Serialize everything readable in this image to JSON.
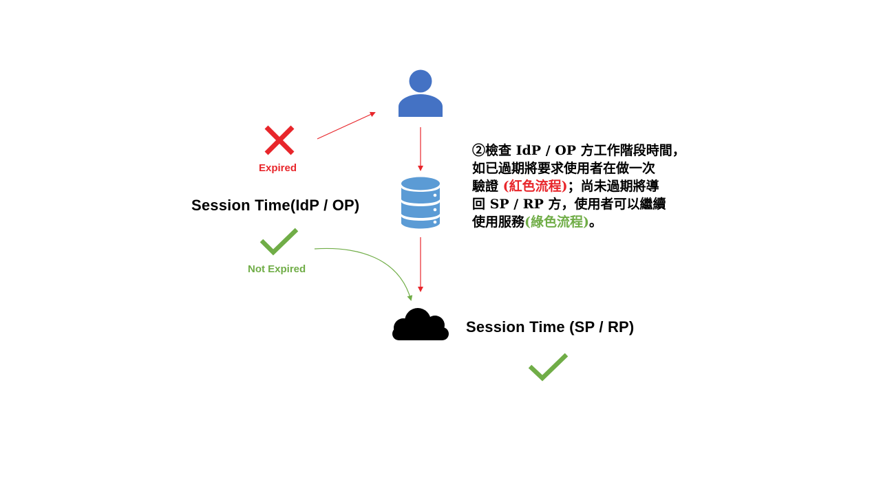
{
  "colors": {
    "accent_blue": "#4472c4",
    "server_blue": "#5b9bd5",
    "red": "#e8262b",
    "green": "#70ad47",
    "black": "#000000"
  },
  "icons": {
    "user": "user-icon",
    "server": "database-server-icon",
    "cloud": "cloud-icon",
    "cross": "x-mark-icon",
    "check": "check-mark-icon"
  },
  "labels": {
    "expired": "Expired",
    "not_expired": "Not Expired",
    "idp_session": "Session Time(IdP / OP)",
    "sp_session": "Session Time (SP / RP)"
  },
  "description": {
    "line1": "②檢查 IdP / OP 方工作階段時間，",
    "line2": "如已過期將要求使用者在做一次",
    "line3_prefix": "驗證 ",
    "line3_red": "(紅色流程)",
    "line3_suffix": "；尚未過期將導",
    "line4": "回 SP / RP 方，使用者可以繼續",
    "line5_prefix": "使用服務",
    "line5_green": "(綠色流程)",
    "line5_suffix": "。"
  }
}
